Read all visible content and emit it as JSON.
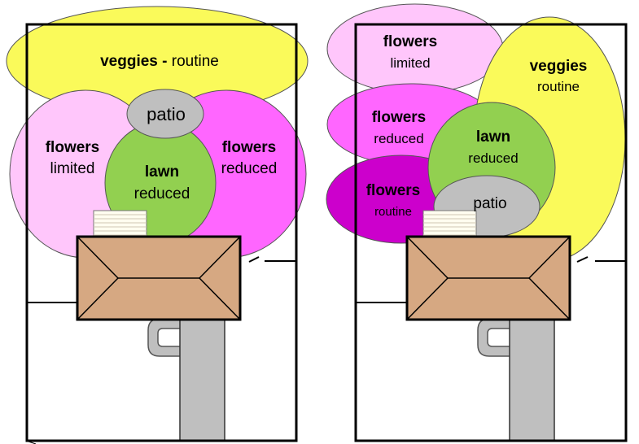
{
  "colors": {
    "veggies": "#FAFA5A",
    "flowers_limited": "#FFC6FB",
    "flowers_reduced": "#FF66FF",
    "flowers_routine": "#CC00CC",
    "lawn": "#92D050",
    "patio": "#BFBFBF",
    "house": "#D6A882",
    "driveway": "#BFBFBF",
    "outline": "#000000"
  },
  "left": {
    "veggies": {
      "name": "veggies",
      "sep": " - ",
      "level": "routine"
    },
    "patio": "patio",
    "flowers_limited": {
      "name": "flowers",
      "level": "limited"
    },
    "flowers_reduced": {
      "name": "flowers",
      "level": "reduced"
    },
    "lawn": {
      "name": "lawn",
      "level": "reduced"
    }
  },
  "right": {
    "flowers_limited": {
      "name": "flowers",
      "level": "limited"
    },
    "veggies": {
      "name": "veggies",
      "level": "routine"
    },
    "flowers_reduced": {
      "name": "flowers",
      "level": "reduced"
    },
    "lawn": {
      "name": "lawn",
      "level": "reduced"
    },
    "flowers_routine": {
      "name": "flowers",
      "level": "routine"
    },
    "patio": "patio"
  }
}
